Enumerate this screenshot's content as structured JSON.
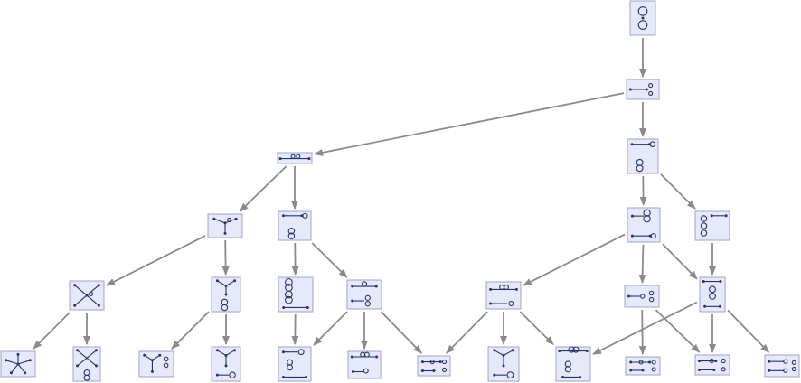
{
  "diagram": {
    "type": "tree",
    "colors": {
      "node_fill": "#e6e9f9",
      "node_border": "#9ea4c9",
      "edge": "#8a8a8a",
      "glyph": "#26346b"
    },
    "nodes": [
      {
        "id": "n0",
        "glyph": "figure-eight-loop-graph"
      },
      {
        "id": "n1",
        "glyph": "edge-and-double-loop-graph"
      },
      {
        "id": "n2",
        "glyph": "flat-edge-double-loop-graph"
      },
      {
        "id": "n3",
        "glyph": "edge-loop-over-double-loop-graph"
      },
      {
        "id": "n4",
        "glyph": "three-prong-star-graph"
      },
      {
        "id": "n5",
        "glyph": "edge-loop-over-double-loop-graph"
      },
      {
        "id": "n6",
        "glyph": "double-loop-over-edge-loop-graph"
      },
      {
        "id": "n7",
        "glyph": "double-loop-with-edge-graph"
      },
      {
        "id": "n8",
        "glyph": "four-prong-cross-graph"
      },
      {
        "id": "n9",
        "glyph": "three-prong-with-double-loop-graph"
      },
      {
        "id": "n10",
        "glyph": "three-stacked-components-graph"
      },
      {
        "id": "n11",
        "glyph": "two-edge-loop-components-graph"
      },
      {
        "id": "n12",
        "glyph": "double-loop-with-edge-pair-graph"
      },
      {
        "id": "n13",
        "glyph": "edge-loop-pair-graph"
      },
      {
        "id": "n14",
        "glyph": "loop-stack-with-edge-graph"
      },
      {
        "id": "n15",
        "glyph": "five-prong-star-graph"
      },
      {
        "id": "n16",
        "glyph": "four-prong-with-double-loop-graph"
      },
      {
        "id": "n17",
        "glyph": "three-prong-with-side-double-loop-graph"
      },
      {
        "id": "n18",
        "glyph": "three-prong-with-edge-loop-graph"
      },
      {
        "id": "n19",
        "glyph": "edge-loop-and-components-graph"
      },
      {
        "id": "n20",
        "glyph": "double-loop-edge-and-loop-graph"
      },
      {
        "id": "n21",
        "glyph": "edge-chain-components-graph"
      },
      {
        "id": "n22",
        "glyph": "three-prong-with-edge-loop-graph"
      },
      {
        "id": "n23",
        "glyph": "double-loop-and-loop-edge-graph"
      },
      {
        "id": "n24",
        "glyph": "edge-chain-components-graph"
      },
      {
        "id": "n25",
        "glyph": "edge-and-loop-pair-graph"
      },
      {
        "id": "n26",
        "glyph": "edge-loop-pair-with-double-loop-graph"
      }
    ],
    "edges": [
      [
        "n0",
        "n1"
      ],
      [
        "n1",
        "n2"
      ],
      [
        "n1",
        "n3"
      ],
      [
        "n2",
        "n4"
      ],
      [
        "n2",
        "n5"
      ],
      [
        "n3",
        "n6"
      ],
      [
        "n3",
        "n7"
      ],
      [
        "n4",
        "n8"
      ],
      [
        "n4",
        "n9"
      ],
      [
        "n5",
        "n10"
      ],
      [
        "n5",
        "n11"
      ],
      [
        "n6",
        "n12"
      ],
      [
        "n6",
        "n13"
      ],
      [
        "n6",
        "n14"
      ],
      [
        "n7",
        "n14"
      ],
      [
        "n8",
        "n15"
      ],
      [
        "n8",
        "n16"
      ],
      [
        "n9",
        "n17"
      ],
      [
        "n9",
        "n18"
      ],
      [
        "n10",
        "n19"
      ],
      [
        "n11",
        "n19"
      ],
      [
        "n11",
        "n20"
      ],
      [
        "n11",
        "n21"
      ],
      [
        "n12",
        "n21"
      ],
      [
        "n12",
        "n22"
      ],
      [
        "n12",
        "n23"
      ],
      [
        "n13",
        "n24"
      ],
      [
        "n13",
        "n25"
      ],
      [
        "n14",
        "n23"
      ],
      [
        "n14",
        "n25"
      ],
      [
        "n14",
        "n26"
      ]
    ]
  }
}
